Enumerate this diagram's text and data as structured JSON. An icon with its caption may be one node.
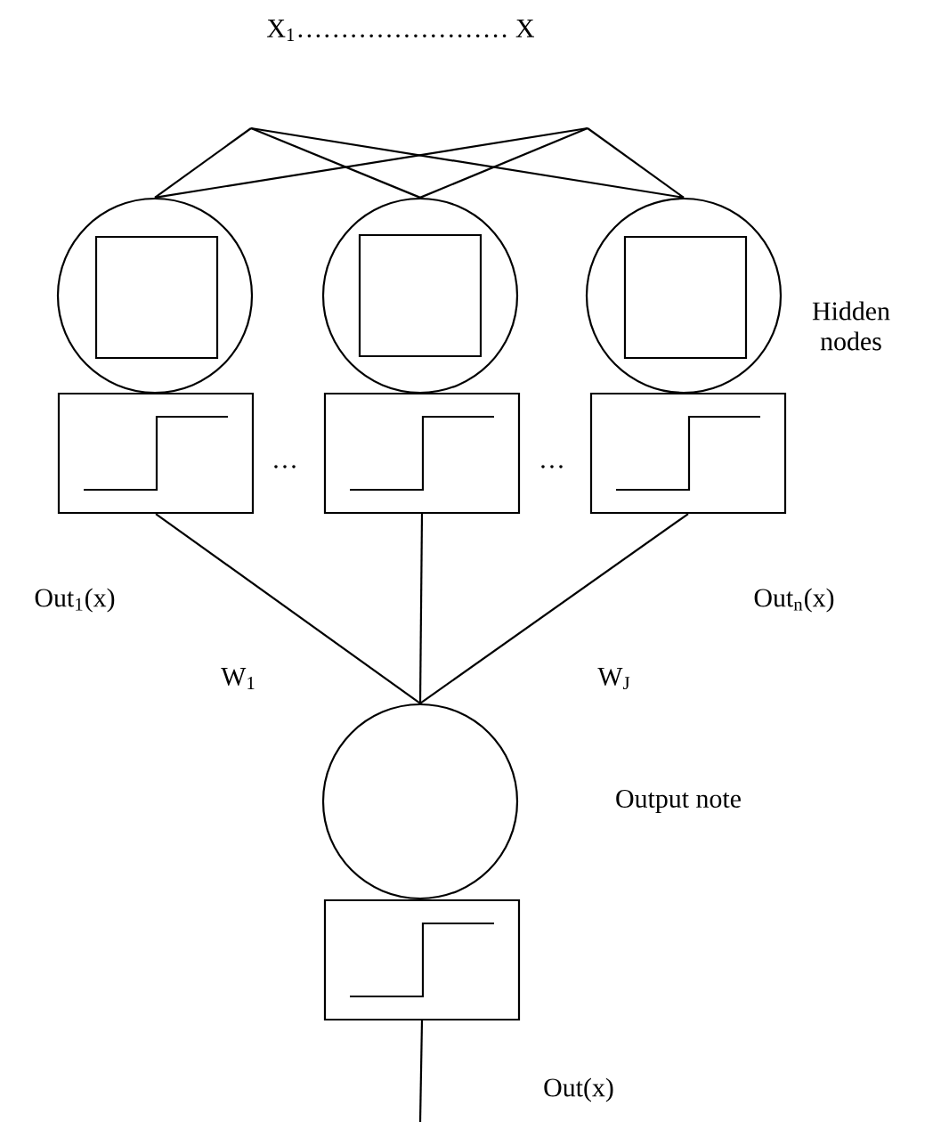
{
  "diagram": {
    "nodes": [
      {
        "text": [],
        "shape": "circle"
      },
      {
        "text": [],
        "shape": "box",
        "in": 0
      },
      {
        "text": [],
        "shape": "circle"
      },
      {
        "text": [],
        "shape": "box",
        "in": 2
      },
      {
        "text": [],
        "shape": "circle",
        "beside": [
          "Hidden nodes"
        ]
      },
      {
        "text": [],
        "shape": "box",
        "in": 4
      },
      {
        "text": [],
        "shape": "box"
      },
      {
        "text": [],
        "shape": "box"
      },
      {
        "text": [],
        "shape": "box"
      },
      {
        "text": [],
        "shape": "circle",
        "beside": [
          "Output note"
        ]
      },
      {
        "text": [],
        "shape": "box"
      }
    ],
    "edges": [
      {
        "from": null,
        "to": 0,
        "arrow": "none"
      },
      {
        "from": null,
        "to": 2,
        "arrow": "none"
      },
      {
        "from": null,
        "to": 4,
        "arrow": "none"
      },
      {
        "from": null,
        "to": 0,
        "arrow": "none"
      },
      {
        "from": null,
        "to": 2,
        "arrow": "none"
      },
      {
        "from": null,
        "to": 4,
        "arrow": "none"
      },
      {
        "from": 6,
        "to": 9,
        "arrow": "none"
      },
      {
        "from": 7,
        "to": 9,
        "arrow": "none"
      },
      {
        "from": 8,
        "to": 9,
        "arrow": "none"
      },
      {
        "from": 10,
        "to": null,
        "arrow": "none"
      }
    ],
    "labels": [
      "X$_{1}$…………………… X",
      "…",
      "…",
      "Out$_{1}$(x)",
      "Out$_{n}$(x)",
      "W$_{1}$",
      "W$_{J}$",
      "Out(x)"
    ]
  }
}
